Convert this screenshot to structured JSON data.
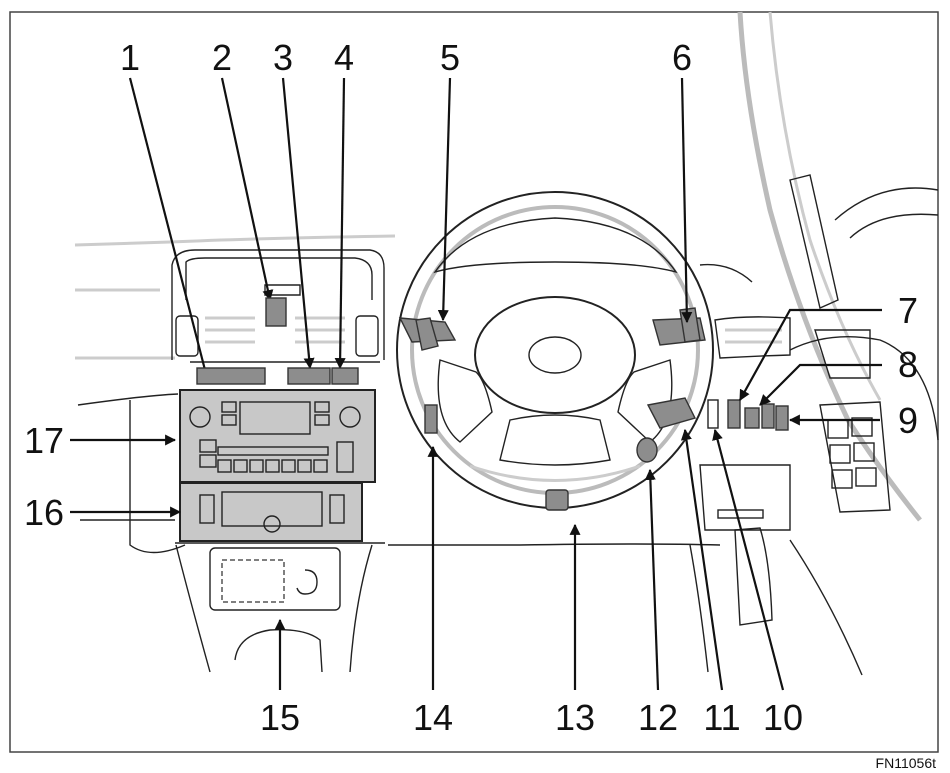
{
  "figure_code": "FN11056t",
  "callouts": {
    "c1": "1",
    "c2": "2",
    "c3": "3",
    "c4": "4",
    "c5": "5",
    "c6": "6",
    "c7": "7",
    "c8": "8",
    "c9": "9",
    "c10": "10",
    "c11": "11",
    "c12": "12",
    "c13": "13",
    "c14": "14",
    "c15": "15",
    "c16": "16",
    "c17": "17"
  },
  "colors": {
    "highlight": "#8d8d8d",
    "line": "#222222",
    "ghost": "#bbbbbb"
  }
}
